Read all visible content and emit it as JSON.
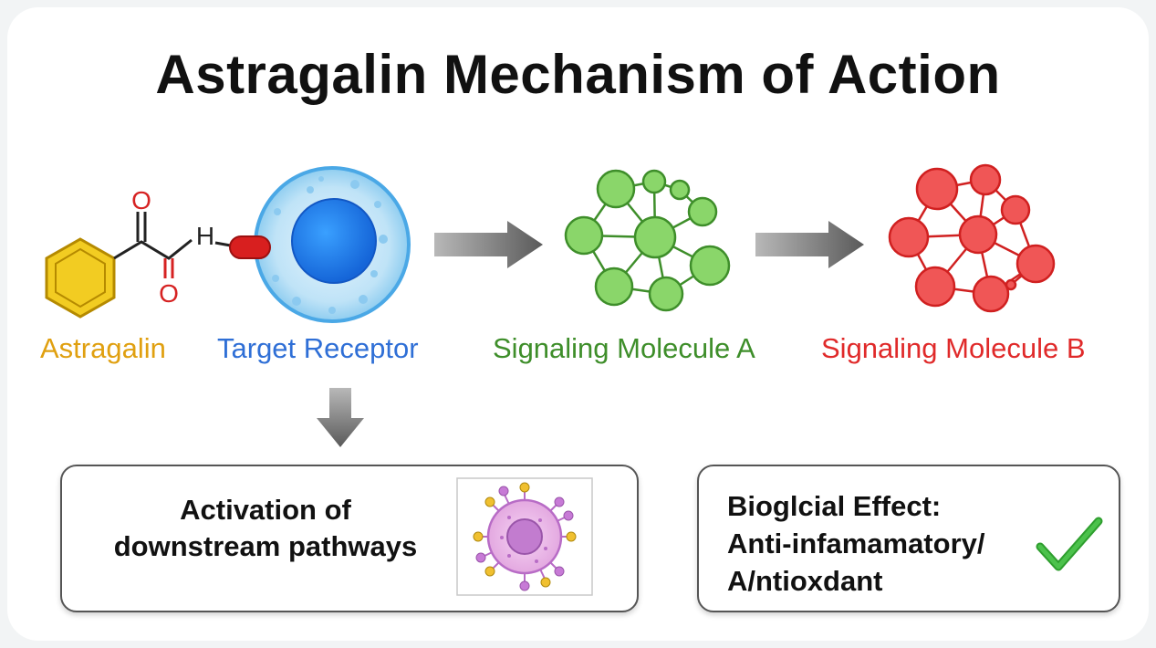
{
  "title": "Astragalin Mechanism of Action",
  "molecule": {
    "atoms": {
      "o1": "O",
      "o2": "O",
      "h": "H"
    },
    "label": "Astragalin",
    "color": "#e0a010"
  },
  "receptor": {
    "label": "Target Receptor",
    "color": "#2f6fd6"
  },
  "signal_a": {
    "label": "Signaling Molecule A",
    "color": "#3e8e2a"
  },
  "signal_b": {
    "label": "Signaling Molecule B",
    "color": "#e02a2a"
  },
  "pathway_box": {
    "line1": "Activation of",
    "line2": "downstream pathways"
  },
  "effect_box": {
    "line1": "Bioglcial Effect:",
    "line2": "Anti-infamamatory/",
    "line3": "A/ntioxdant"
  },
  "icons": {
    "molecule": "hexagon-molecule-icon",
    "receptor": "cell-receptor-icon",
    "network_a": "molecule-network-icon",
    "network_b": "molecule-network-icon",
    "cell": "cell-icon",
    "check": "checkmark-icon"
  }
}
